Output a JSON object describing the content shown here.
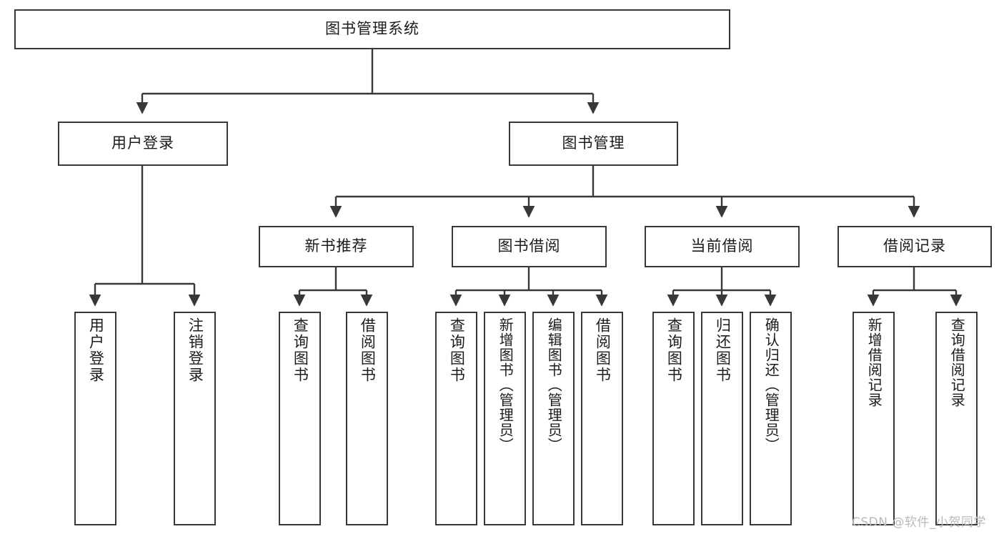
{
  "diagram": {
    "title": "图书管理系统",
    "type": "function-structure-tree",
    "root": {
      "id": "root",
      "label": "图书管理系统"
    },
    "level2": [
      {
        "id": "user-login",
        "label": "用户登录"
      },
      {
        "id": "book-manage",
        "label": "图书管理"
      }
    ],
    "level3": [
      {
        "id": "new-book-recommend",
        "label": "新书推荐",
        "parent": "book-manage"
      },
      {
        "id": "book-borrow",
        "label": "图书借阅",
        "parent": "book-manage"
      },
      {
        "id": "current-borrow",
        "label": "当前借阅",
        "parent": "book-manage"
      },
      {
        "id": "borrow-record",
        "label": "借阅记录",
        "parent": "book-manage"
      }
    ],
    "leaves": [
      {
        "id": "leaf-user-login",
        "label": "用户登录",
        "parent": "user-login"
      },
      {
        "id": "leaf-user-logout",
        "label": "注销登录",
        "parent": "user-login"
      },
      {
        "id": "leaf-query-book-1",
        "label": "查询图书",
        "parent": "new-book-recommend"
      },
      {
        "id": "leaf-borrow-book-1",
        "label": "借阅图书",
        "parent": "new-book-recommend"
      },
      {
        "id": "leaf-query-book-2",
        "label": "查询图书",
        "parent": "book-borrow"
      },
      {
        "id": "leaf-add-book",
        "label": "新增图书（管理员）",
        "parent": "book-borrow"
      },
      {
        "id": "leaf-edit-book",
        "label": "编辑图书（管理员）",
        "parent": "book-borrow"
      },
      {
        "id": "leaf-borrow-book-2",
        "label": "借阅图书",
        "parent": "book-borrow"
      },
      {
        "id": "leaf-query-book-3",
        "label": "查询图书",
        "parent": "current-borrow"
      },
      {
        "id": "leaf-return-book",
        "label": "归还图书",
        "parent": "current-borrow"
      },
      {
        "id": "leaf-confirm-return",
        "label": "确认归还（管理员）",
        "parent": "current-borrow"
      },
      {
        "id": "leaf-add-record",
        "label": "新增借阅记录",
        "parent": "borrow-record"
      },
      {
        "id": "leaf-query-record",
        "label": "查询借阅记录",
        "parent": "borrow-record"
      }
    ]
  },
  "watermark": {
    "text": "CSDN @软件_小贺同学"
  },
  "colors": {
    "stroke": "#38383a",
    "text": "#1b1b1c",
    "background": "#ffffff",
    "watermark": "#b9b9b9"
  }
}
